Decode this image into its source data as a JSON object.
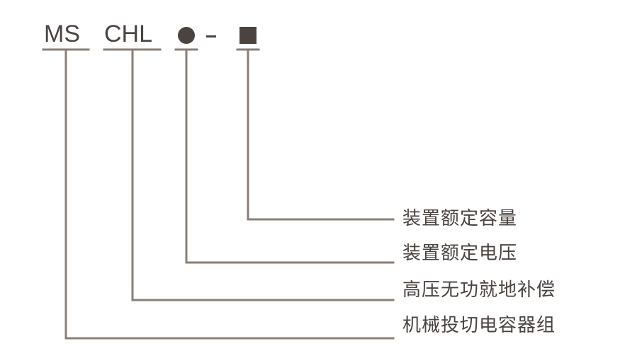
{
  "model_code": {
    "segments": [
      {
        "id": "ms",
        "text": "MS"
      },
      {
        "id": "chl",
        "text": "CHL"
      },
      {
        "id": "voltage",
        "symbol": "filled-circle"
      },
      {
        "id": "separator",
        "text": "-"
      },
      {
        "id": "capacity",
        "symbol": "filled-square"
      }
    ]
  },
  "labels": {
    "capacity": "装置额定容量",
    "voltage": "装置额定电压",
    "chl": "高压无功就地补偿",
    "ms": "机械投切电容器组"
  },
  "colors": {
    "line": "#8a7f78",
    "text": "#4a4340",
    "background": "#ffffff"
  }
}
